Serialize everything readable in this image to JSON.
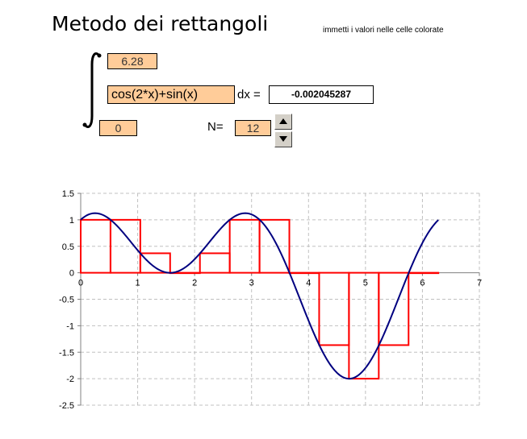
{
  "header": {
    "title": "Metodo dei rettangoli",
    "hint": "immetti i valori nelle celle colorate"
  },
  "integral": {
    "upper_limit": "6.28",
    "function": "cos(2*x)+sin(x)",
    "lower_limit": "0",
    "dx_label": "dx =",
    "result": "-0.002045287",
    "n_label": "N=",
    "n_value": "12"
  },
  "spinner": {
    "up_icon": "triangle-up-icon",
    "down_icon": "triangle-down-icon"
  },
  "colors": {
    "input_fill": "#ffcc99",
    "curve": "#000080",
    "rectangles": "#ff0000",
    "grid": "#c0c0c0"
  },
  "chart_data": {
    "type": "line",
    "function": "cos(2*x)+sin(x)",
    "a": 0,
    "b": 6.28,
    "n": 12,
    "series": [
      {
        "name": "",
        "values": [
          1,
          1.0,
          0.368,
          0.0,
          0.368,
          1.0,
          1.0,
          0.0,
          -1.366,
          -2.0,
          -1.366,
          0.0
        ]
      }
    ],
    "xlim": [
      0,
      7
    ],
    "ylim": [
      -2.5,
      1.5
    ],
    "x_ticks": [
      "0",
      "1",
      "2",
      "3",
      "4",
      "5",
      "6",
      "7"
    ],
    "y_ticks": [
      "1.5",
      "1",
      "0.5",
      "0",
      "-0.5",
      "-1",
      "-1.5",
      "-2",
      "-2.5"
    ],
    "grid": true,
    "title": "",
    "xlabel": "",
    "ylabel": ""
  }
}
